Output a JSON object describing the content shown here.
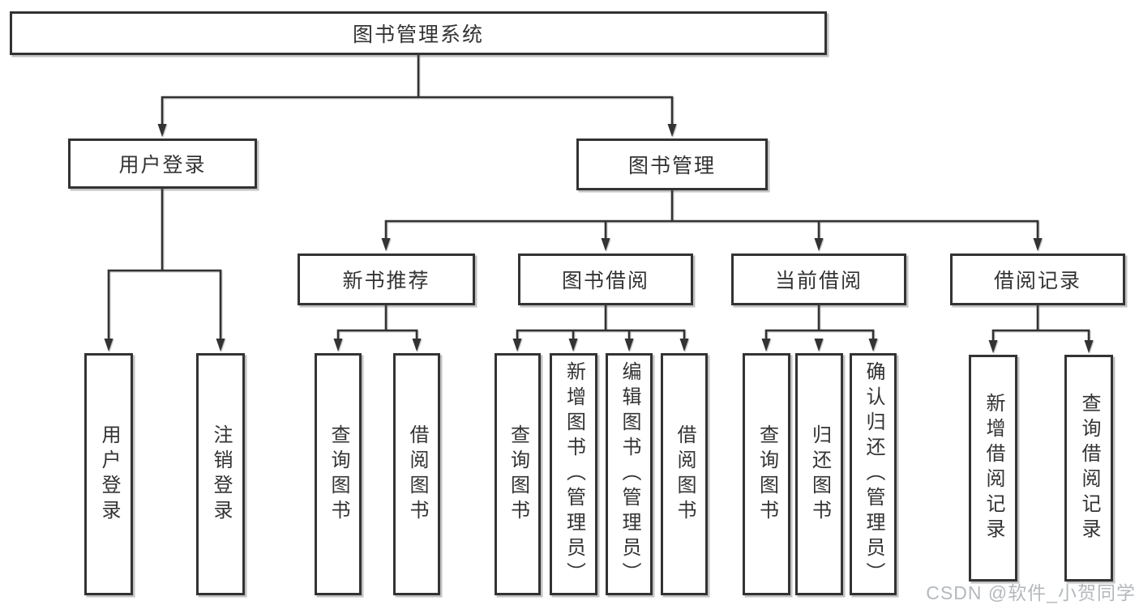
{
  "diagram": {
    "root": {
      "label": "图书管理系统"
    },
    "branches": [
      {
        "label": "用户登录",
        "children": [
          {
            "label": "用户登录"
          },
          {
            "label": "注销登录"
          }
        ]
      },
      {
        "label": "图书管理",
        "children": [
          {
            "label": "新书推荐",
            "children": [
              {
                "label": "查询图书"
              },
              {
                "label": "借阅图书"
              }
            ]
          },
          {
            "label": "图书借阅",
            "children": [
              {
                "label": "查询图书"
              },
              {
                "label": "新增图书（管理员）"
              },
              {
                "label": "编辑图书（管理员）"
              },
              {
                "label": "借阅图书"
              }
            ]
          },
          {
            "label": "当前借阅",
            "children": [
              {
                "label": "查询图书"
              },
              {
                "label": "归还图书"
              },
              {
                "label": "确认归还（管理员）"
              }
            ]
          },
          {
            "label": "借阅记录",
            "children": [
              {
                "label": "新增借阅记录"
              },
              {
                "label": "查询借阅记录"
              }
            ]
          }
        ]
      }
    ]
  },
  "watermark": {
    "text": "CSDN @软件_小贺同学"
  },
  "colors": {
    "line": "#333333",
    "text": "#333333",
    "box_background": "#ffffff",
    "page_background": "#ffffff",
    "watermark": "#b4b9bd"
  }
}
